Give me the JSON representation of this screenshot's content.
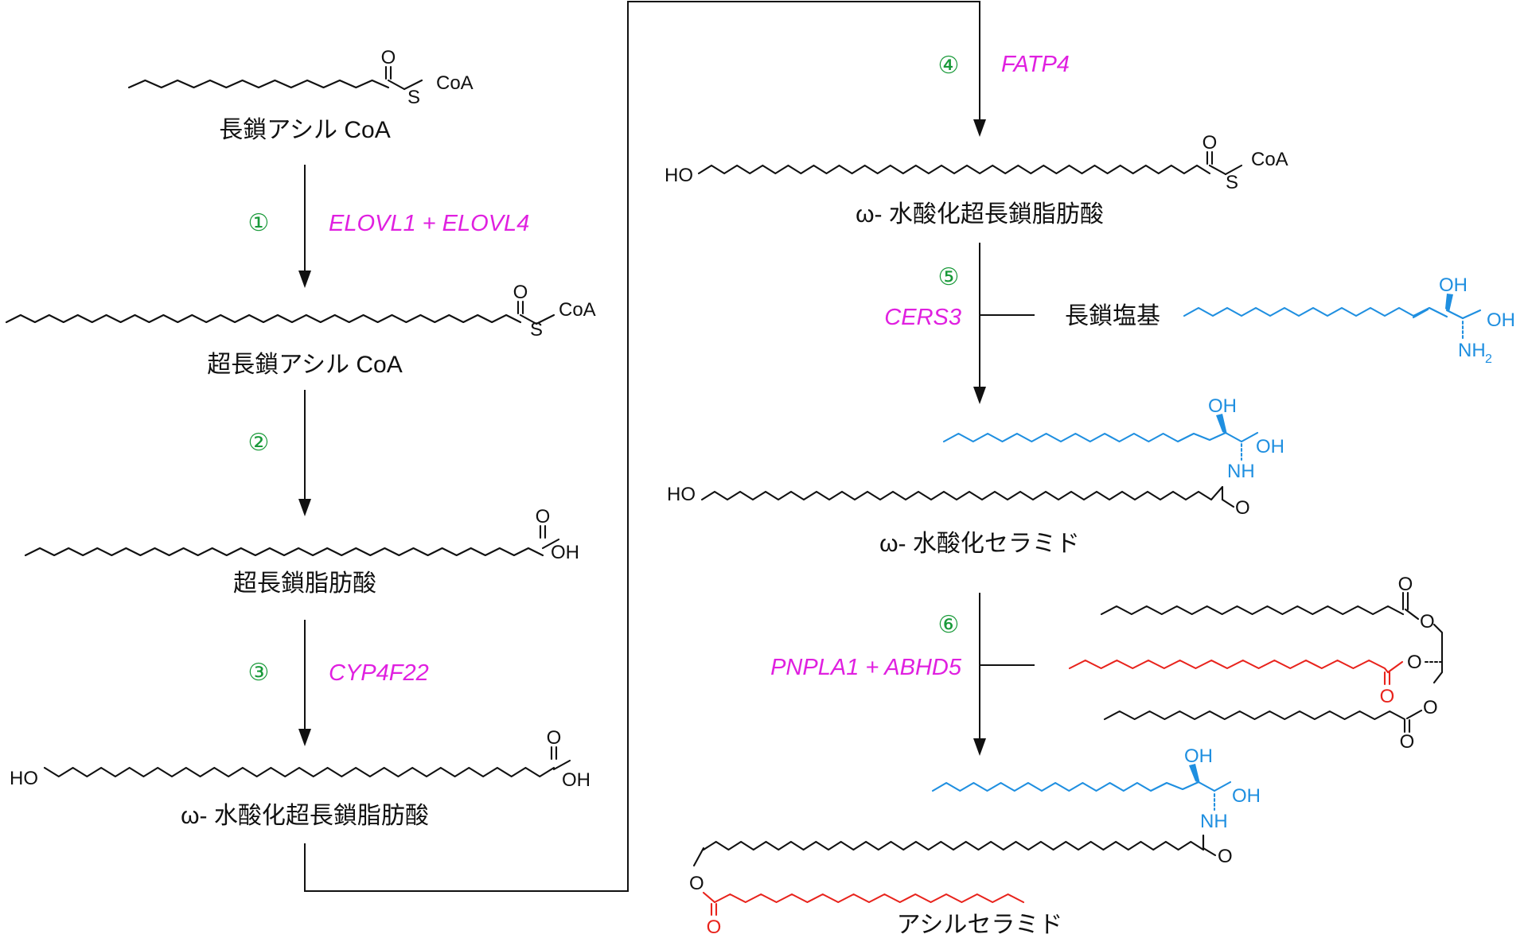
{
  "colors": {
    "step_number": "#1a9a3a",
    "enzyme": "#e020e0",
    "sphingoid_chain": "#1f8fe0",
    "linoleic_chain": "#e8231c",
    "default_ink": "#111111"
  },
  "compounds": {
    "c1": "長鎖アシル CoA",
    "c2": "超長鎖アシル CoA",
    "c3": "超長鎖脂肪酸",
    "c4": "ω- 水酸化超長鎖脂肪酸",
    "c5": "ω- 水酸化超長鎖脂肪酸",
    "c6": "ω- 水酸化セラミド",
    "c7": "アシルセラミド",
    "base": "長鎖塩基"
  },
  "steps": [
    {
      "number": "①",
      "enzyme": "ELOVL1 + ELOVL4"
    },
    {
      "number": "②",
      "enzyme": ""
    },
    {
      "number": "③",
      "enzyme": "CYP4F22"
    },
    {
      "number": "④",
      "enzyme": "FATP4"
    },
    {
      "number": "⑤",
      "enzyme": "CERS3"
    },
    {
      "number": "⑥",
      "enzyme": "PNPLA1 + ABHD5"
    }
  ],
  "atoms": {
    "O": "O",
    "S": "S",
    "CoA": "CoA",
    "OH": "OH",
    "HO": "HO",
    "NH": "NH",
    "NH2": "NH",
    "sub2": "2"
  }
}
